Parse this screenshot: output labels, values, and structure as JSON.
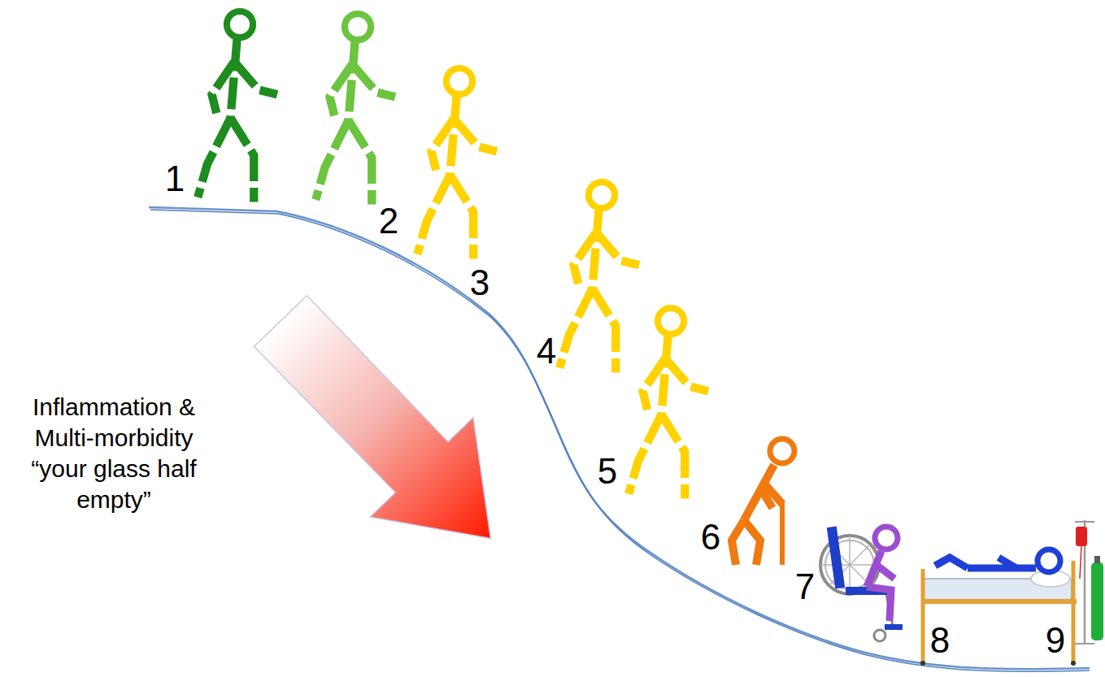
{
  "diagram": {
    "labels": [
      "1",
      "2",
      "3",
      "4",
      "5",
      "6",
      "7",
      "8",
      "9",
      "Inflammation & Multi-morbidity",
      "“your glass half empty”"
    ]
  }
}
